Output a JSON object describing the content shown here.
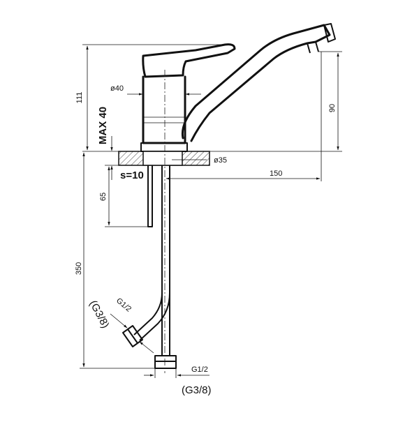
{
  "dimensions": {
    "overall_height": "111",
    "max_thickness": "MAX 40",
    "body_diameter": "ø40",
    "spout_height": "90",
    "base_diameter": "ø35",
    "spout_reach": "150",
    "plate_thickness": "s=10",
    "stud_length": "65",
    "hose_length": "350"
  },
  "connections": {
    "left_thread": "G1/2",
    "left_thread_alt": "(G3/8)",
    "bottom_thread": "G1/2",
    "bottom_thread_alt": "(G3/8)"
  }
}
